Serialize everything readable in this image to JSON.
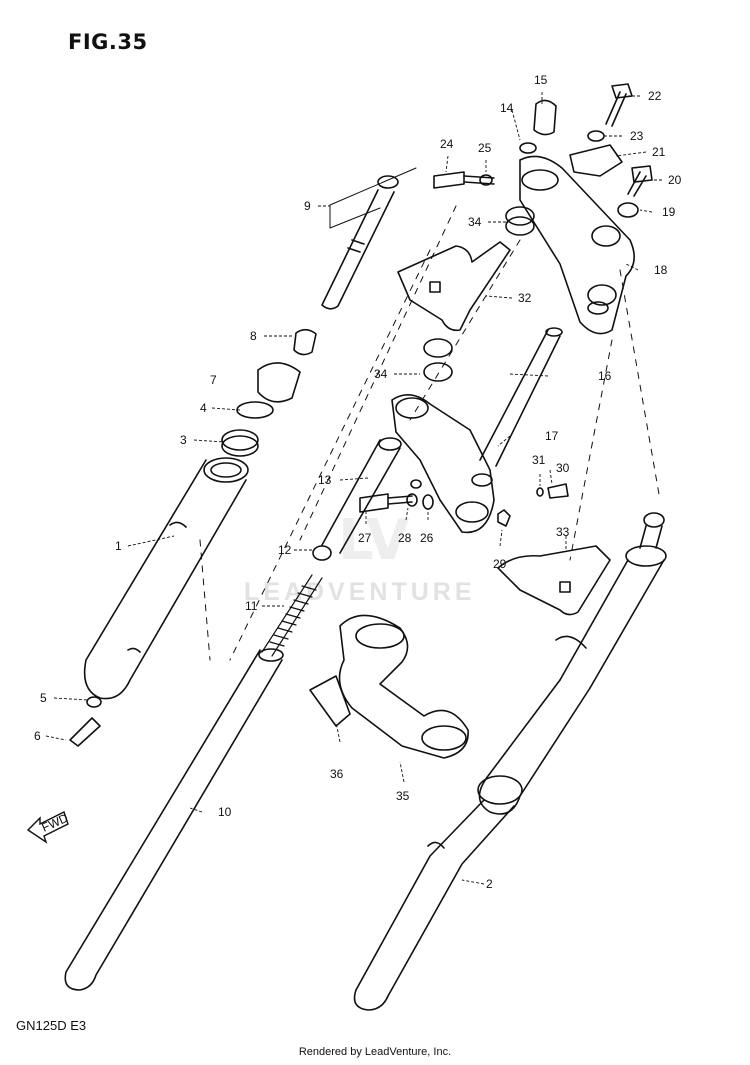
{
  "figure": {
    "title": "FIG.35"
  },
  "model_code": "GN125D  E3",
  "footer": "Rendered by LeadVenture, Inc.",
  "watermark": {
    "logo": "LV",
    "text": "LEADVENTURE"
  },
  "fwd_label": "FWD",
  "callouts": [
    "1",
    "2",
    "3",
    "4",
    "5",
    "6",
    "7",
    "8",
    "9",
    "10",
    "11",
    "12",
    "13",
    "14",
    "15",
    "16",
    "17",
    "18",
    "19",
    "20",
    "21",
    "22",
    "23",
    "24",
    "25",
    "26",
    "27",
    "28",
    "29",
    "30",
    "31",
    "32",
    "33",
    "34",
    "34",
    "35",
    "36"
  ]
}
